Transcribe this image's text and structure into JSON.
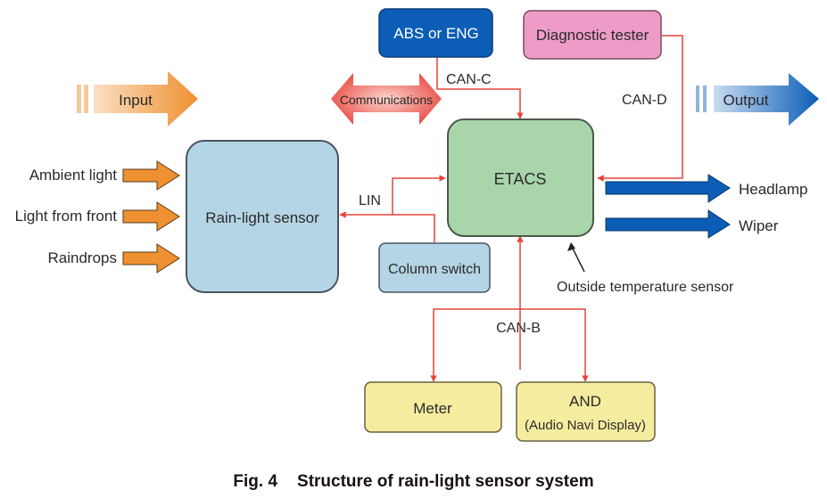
{
  "colors": {
    "can_line": "#e8433a",
    "abs_box": "#0b5db5",
    "diag_box": "#ee9cc7",
    "etacs_box": "#a9d5aa",
    "sensor_box": "#b4d5e5",
    "meter_box": "#f6eca0",
    "input_arrow": "#ef9031",
    "output_arrow": "#0b5db5"
  },
  "header_arrows": {
    "input": "Input",
    "communications": "Communications",
    "output": "Output"
  },
  "nodes": {
    "abs": "ABS or ENG",
    "diagnostic": "Diagnostic tester",
    "etacs": "ETACS",
    "rain_light_sensor": "Rain-light sensor",
    "column_switch": "Column switch",
    "meter": "Meter",
    "and_title": "AND",
    "and_subtitle": "(Audio Navi Display)"
  },
  "buses": {
    "can_c": "CAN-C",
    "can_d": "CAN-D",
    "can_b": "CAN-B",
    "lin": "LIN"
  },
  "inputs": [
    "Ambient light",
    "Light from front",
    "Raindrops"
  ],
  "outputs": [
    "Headlamp",
    "Wiper"
  ],
  "annotations": {
    "outside_temp": "Outside temperature sensor"
  },
  "caption": {
    "number": "Fig. 4",
    "title": "Structure of rain-light sensor system"
  }
}
